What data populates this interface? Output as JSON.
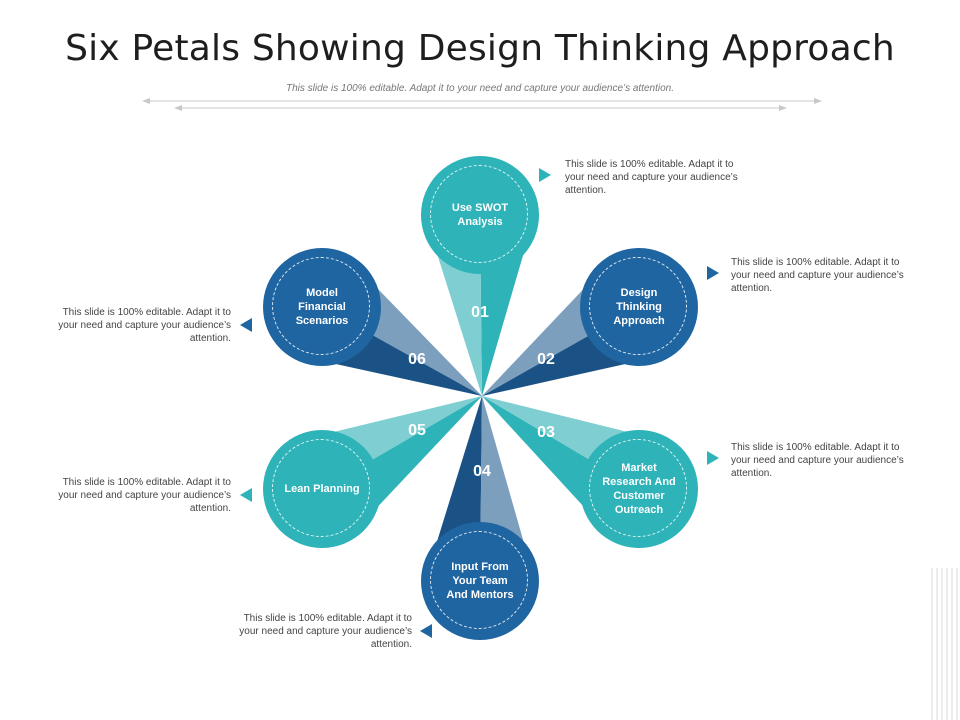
{
  "title": "Six Petals Showing Design Thinking Approach",
  "subtitle": "This slide is 100% editable. Adapt it to your need and capture your audience’s attention.",
  "colors": {
    "teal": "#2db3b8",
    "teal_light": "#7fcfd2",
    "blue": "#1f65a1",
    "blue_dark": "#1b5286",
    "blue_grey": "#7b9fbd"
  },
  "petals": [
    {
      "number": "01",
      "label": "Use SWOT Analysis",
      "color": "teal",
      "description": "This slide is 100% editable. Adapt it to your need and capture your audience’s attention."
    },
    {
      "number": "02",
      "label": "Design Thinking Approach",
      "color": "blue",
      "description": "This slide is 100% editable. Adapt it to your need and capture your audience’s attention."
    },
    {
      "number": "03",
      "label": "Market Research And Customer Outreach",
      "color": "teal",
      "description": "This slide is 100% editable. Adapt it to your need and capture your audience’s attention."
    },
    {
      "number": "04",
      "label": "Input From Your Team And Mentors",
      "color": "blue",
      "description": "This slide is 100% editable. Adapt it to your need and capture your audience’s attention."
    },
    {
      "number": "05",
      "label": "Lean Planning",
      "color": "teal",
      "description": "This slide is 100% editable. Adapt it to your need and capture your audience’s attention."
    },
    {
      "number": "06",
      "label": "Model Financial Scenarios",
      "color": "blue",
      "description": "This slide is 100% editable. Adapt it to your need and capture your audience’s attention."
    }
  ]
}
